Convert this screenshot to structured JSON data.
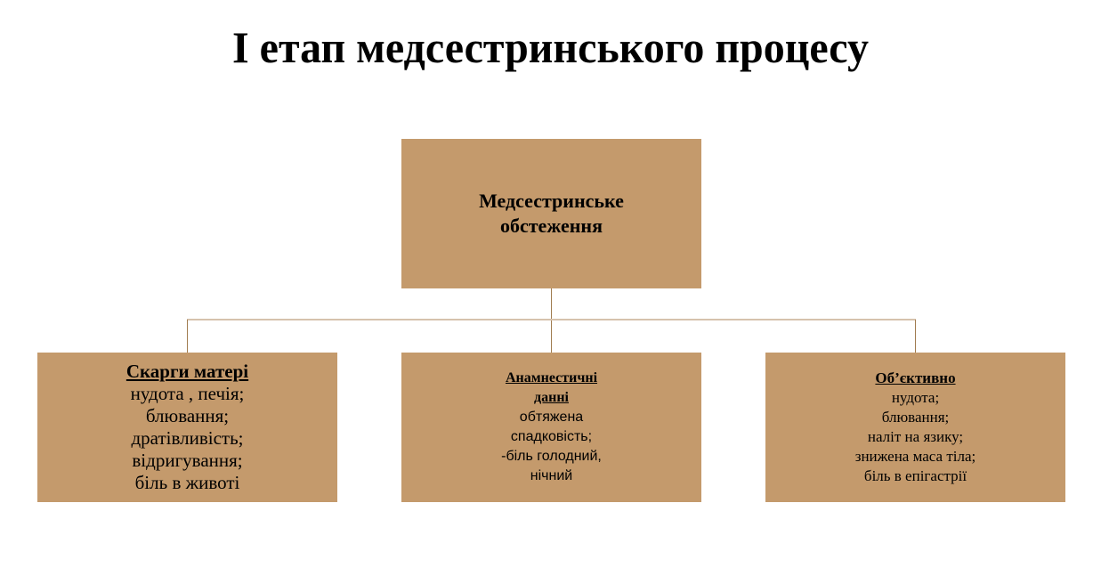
{
  "title": "І етап медсестринського процесу",
  "colors": {
    "box_fill": "#c49a6c",
    "connector": "#a07c50",
    "horizontal_connector": "#d6c2ad"
  },
  "root": {
    "lines": [
      "Медсестринське",
      "обстеження"
    ]
  },
  "children": [
    {
      "heading": "Скарги матері",
      "lines": [
        "нудота , печія;",
        "блювання;",
        "дратівливість;",
        "відригування;",
        "біль в животі"
      ]
    },
    {
      "heading_lines": [
        "Анамнестичні",
        "данні"
      ],
      "lines": [
        "обтяжена",
        "спадковість;",
        "-біль голодний,",
        "нічний"
      ]
    },
    {
      "heading": "Об’єктивно",
      "lines": [
        "нудота;",
        "блювання;",
        "наліт на язику;",
        "знижена маса тіла;",
        "біль в епігастрії"
      ]
    }
  ]
}
